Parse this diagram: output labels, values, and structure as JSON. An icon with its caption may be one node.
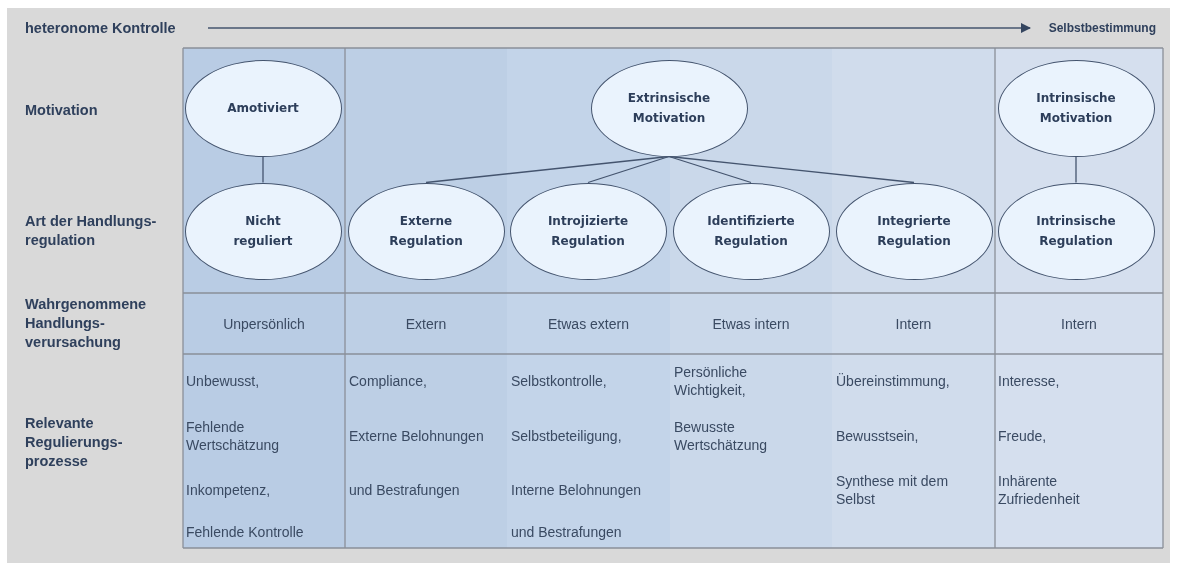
{
  "diagram": {
    "nodes": [
      {
        "text": [
          "Amotiviert"
        ]
      },
      {
        "text": [
          "Extrinsische Motivation"
        ]
      },
      {
        "text": [
          "Intrinsische Motivation"
        ]
      },
      {
        "text": [
          "Nicht reguliert"
        ]
      },
      {
        "text": [
          "Externe Regulation"
        ]
      },
      {
        "text": [
          "Introjizierte Regulation"
        ]
      },
      {
        "text": [
          "Identifizierte Regulation"
        ]
      },
      {
        "text": [
          "Integrierte Regulation"
        ]
      },
      {
        "text": [
          "Intrinsische Regulation"
        ]
      },
      {
        "text": [
          "heteronome Kontrolle"
        ]
      },
      {
        "text": [
          "Selbstbestimmung"
        ]
      }
    ],
    "edges": [
      {
        "from": 9,
        "to": 10,
        "arrow": "to"
      },
      {
        "from": 0,
        "to": 3,
        "arrow": "none"
      },
      {
        "from": 1,
        "to": 4,
        "arrow": "none"
      },
      {
        "from": 1,
        "to": 5,
        "arrow": "none"
      },
      {
        "from": 1,
        "to": 6,
        "arrow": "none"
      },
      {
        "from": 1,
        "to": 7,
        "arrow": "none"
      },
      {
        "from": 2,
        "to": 8,
        "arrow": "none"
      }
    ],
    "labels": [
      "Motivation",
      "Art der Handlungs- regulation",
      "Wahrgenommene Handlungs- verursachung",
      "Unpersönlich",
      "Extern",
      "Etwas extern",
      "Etwas intern",
      "Intern",
      "Intern",
      "Relevante Regulierungs- prozesse",
      "Unbewusst,",
      "Fehlende Wertschätzung",
      "Inkompetenz,",
      "Fehlende Kontrolle",
      "Compliance,",
      "Externe Belohnungen",
      "und Bestrafungen",
      "Selbstkontrolle,",
      "Selbstbeteiligung,",
      "Interne Belohnungen",
      "und Bestrafungen",
      "Persönliche Wichtigkeit,",
      "Bewusste Wertschätzung",
      "Übereinstimmung,",
      "Bewusstsein,",
      "Synthese mit dem Selbst",
      "Interesse,",
      "Freude,",
      "Inhärente Zufriedenheit"
    ]
  }
}
